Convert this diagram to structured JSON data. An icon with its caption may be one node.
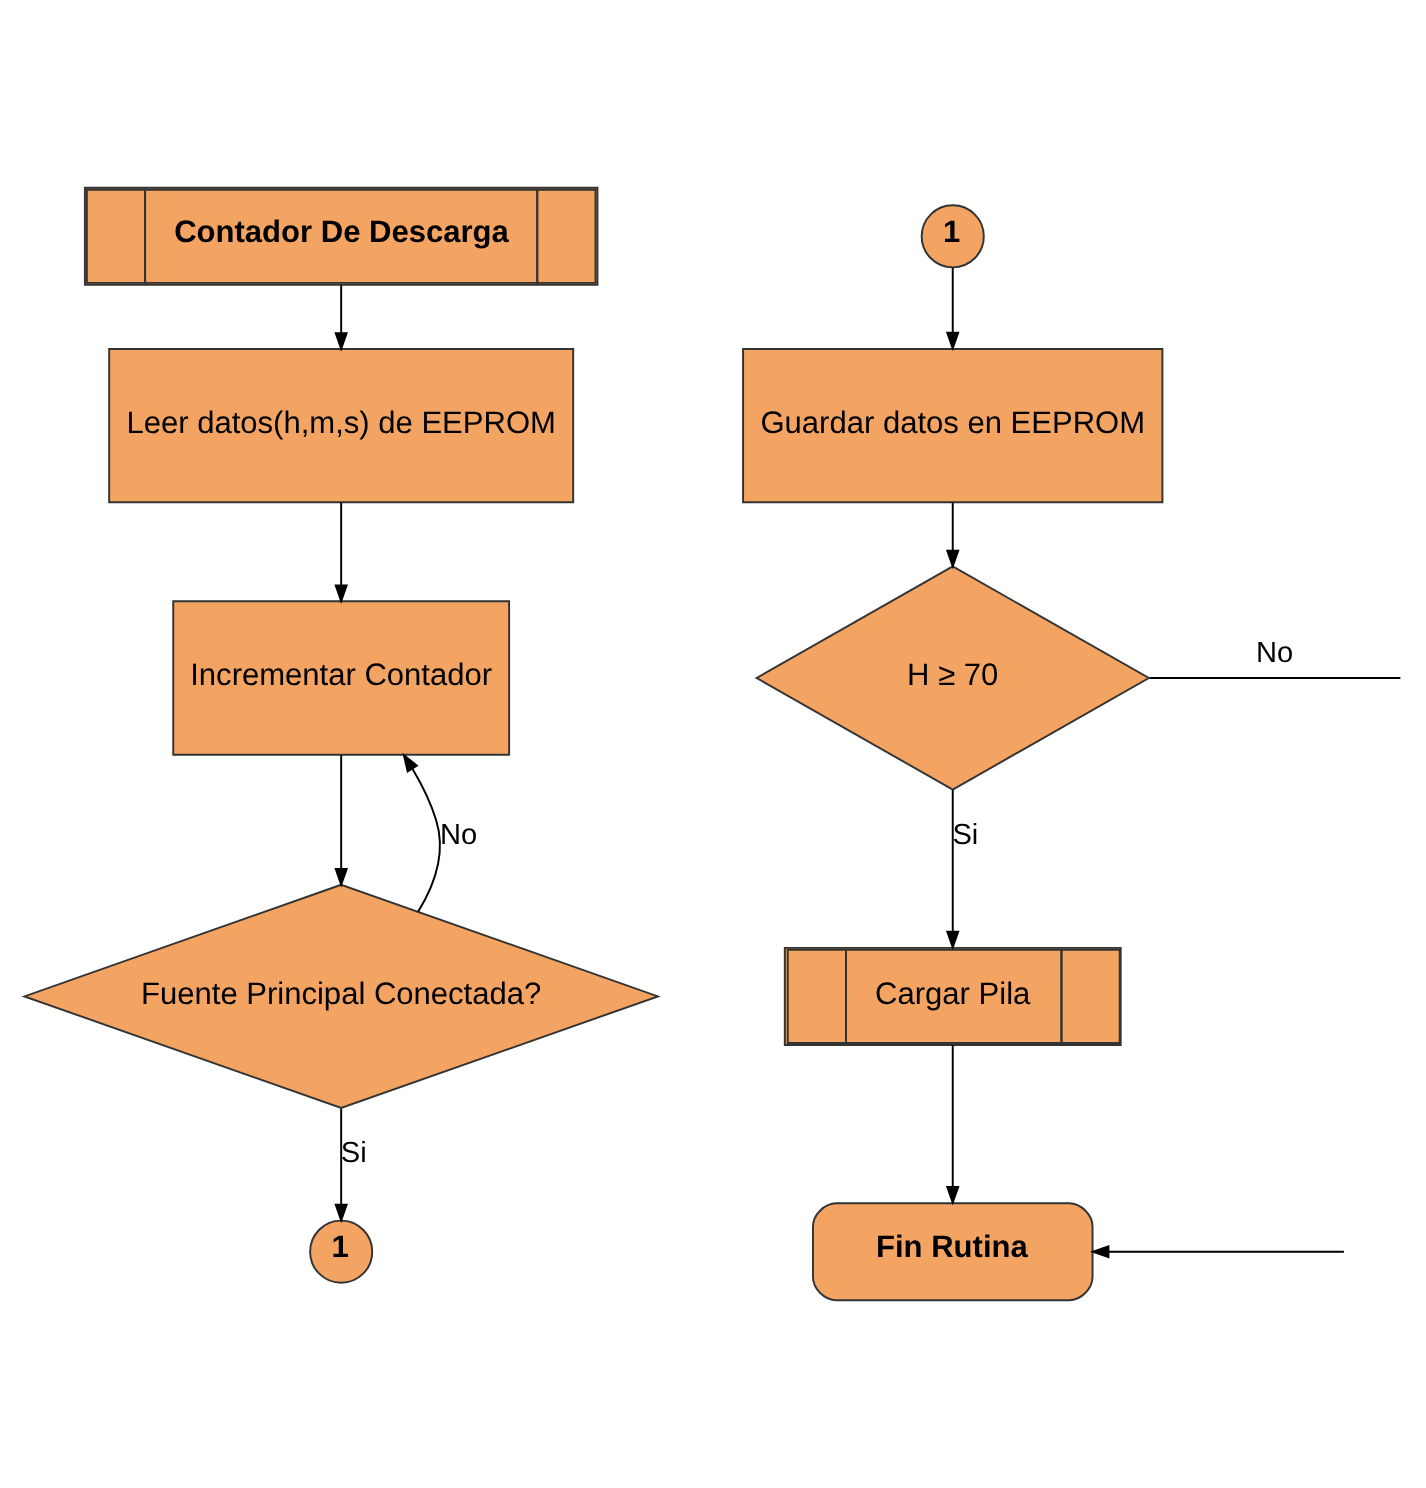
{
  "diagram": {
    "nodes": [
      {
        "text": [
          "Contador De Descarga"
        ]
      },
      {
        "text": [
          "Leer datos(h,m,s) de EEPROM"
        ]
      },
      {
        "text": [
          "Incrementar Contador"
        ]
      },
      {
        "text": [
          "Fuente Principal Conectada?"
        ]
      },
      {
        "text": [
          "1"
        ]
      },
      {
        "text": [
          "1"
        ]
      },
      {
        "text": [
          "Guardar datos en EEPROM"
        ]
      },
      {
        "text": [
          "H ≥ 70"
        ]
      },
      {
        "text": [
          "Cargar Pila"
        ]
      },
      {
        "text": [
          "Fin Rutina"
        ]
      }
    ],
    "edges": [
      {
        "from": 0,
        "to": 1,
        "arrow": "to"
      },
      {
        "from": 1,
        "to": 2,
        "arrow": "to"
      },
      {
        "from": 2,
        "to": 3,
        "arrow": "to"
      },
      {
        "from": 3,
        "to": 2,
        "arrow": "to",
        "label": "No"
      },
      {
        "from": 3,
        "to": 4,
        "arrow": "to",
        "label": "Si"
      },
      {
        "from": 5,
        "to": 6,
        "arrow": "to"
      },
      {
        "from": 6,
        "to": 7,
        "arrow": "to"
      },
      {
        "from": 7,
        "to": null,
        "arrow": "none",
        "label": "No"
      },
      {
        "from": 7,
        "to": 8,
        "arrow": "to",
        "label": "Si"
      },
      {
        "from": 8,
        "to": 9,
        "arrow": "to"
      },
      {
        "from": null,
        "to": 9,
        "arrow": "to"
      }
    ]
  }
}
